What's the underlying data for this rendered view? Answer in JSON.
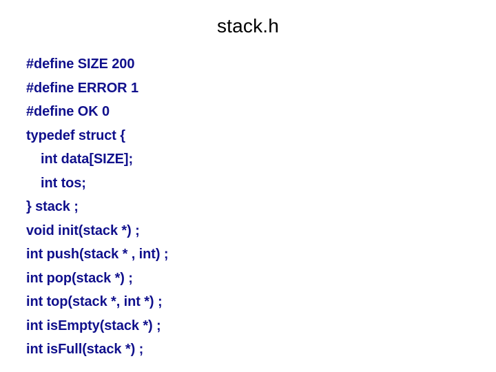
{
  "slide": {
    "title": "stack.h",
    "background_color": "#FFFFFF",
    "title_color": "#000000",
    "code_color": "#10108C",
    "code_lines": [
      {
        "text": "#define SIZE 200",
        "indent": 0
      },
      {
        "text": "#define ERROR 1",
        "indent": 0
      },
      {
        "text": "#define OK 0",
        "indent": 0
      },
      {
        "text": "typedef struct {",
        "indent": 0
      },
      {
        "text": "int data[SIZE];",
        "indent": 1
      },
      {
        "text": "int tos;",
        "indent": 1
      },
      {
        "text": "} stack ;",
        "indent": 0
      },
      {
        "text": "void init(stack *) ;",
        "indent": 0
      },
      {
        "text": "int push(stack * , int) ;",
        "indent": 0
      },
      {
        "text": "int pop(stack *) ;",
        "indent": 0
      },
      {
        "text": "int top(stack *, int *) ;",
        "indent": 0
      },
      {
        "text": "int isEmpty(stack *) ;",
        "indent": 0
      },
      {
        "text": "int isFull(stack *) ;",
        "indent": 0
      }
    ]
  }
}
